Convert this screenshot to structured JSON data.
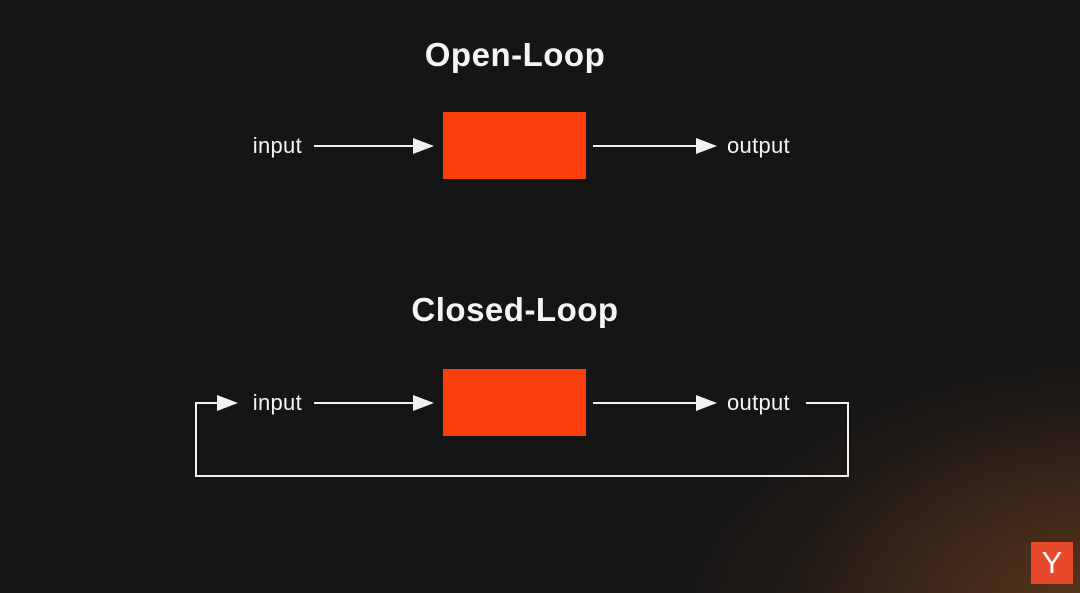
{
  "colors": {
    "process_box": "#FA3E0C",
    "connector": "#F2F2F2",
    "text": "#F5F5F5",
    "logo_background": "#E9492B",
    "logo_letter_color": "#FFFFFF",
    "slide_background": "#151515"
  },
  "open_loop": {
    "title": "Open-Loop",
    "input_label": "input",
    "output_label": "output"
  },
  "closed_loop": {
    "title": "Closed-Loop",
    "input_label": "input",
    "output_label": "output"
  },
  "logo": {
    "letter": "Y"
  }
}
